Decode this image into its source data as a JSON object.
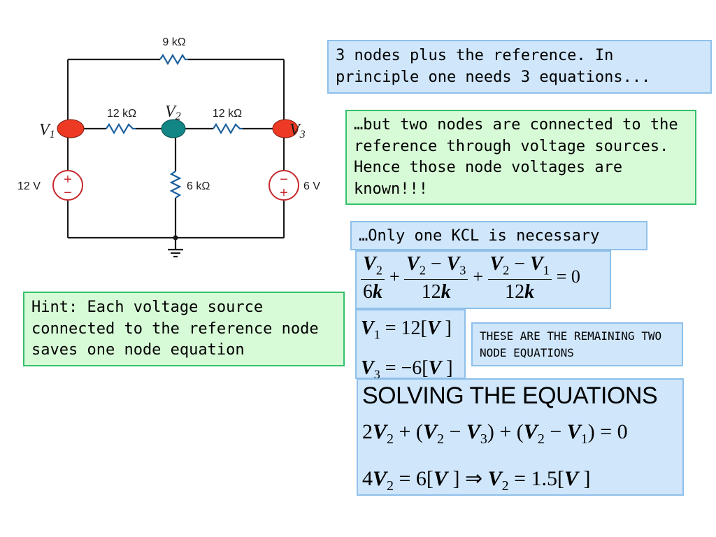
{
  "circuit": {
    "r_top": "9 kΩ",
    "r_left": "12 kΩ",
    "r_right": "12 kΩ",
    "r_mid": "6 kΩ",
    "src_left": "12 V",
    "src_right": "6 V",
    "node1_var": "V",
    "node1_sub": "1",
    "node2_var": "V",
    "node2_sub": "2",
    "node3_var": "V",
    "node3_sub": "3",
    "src_left_top": "+",
    "src_left_bottom": "−",
    "src_right_top": "−",
    "src_right_bottom": "+",
    "colors": {
      "node_red": "#ee3a24",
      "node_teal": "#128585",
      "resistor": "#1a5f9c",
      "source": "#c6282d",
      "wire": "#1a1a1a"
    }
  },
  "notes": {
    "nodes": "3 nodes plus the reference. In principle one needs 3 equations...",
    "sources": "…but two nodes are connected to the reference through voltage sources. Hence those node voltages are known!!!",
    "kcl": "…Only one KCL is necessary",
    "hint": "Hint: Each voltage source connected to the reference node saves one node equation",
    "remaining": "THESE ARE THE REMAINING TWO NODE EQUATIONS",
    "solving": "SOLVING THE EQUATIONS"
  }
}
